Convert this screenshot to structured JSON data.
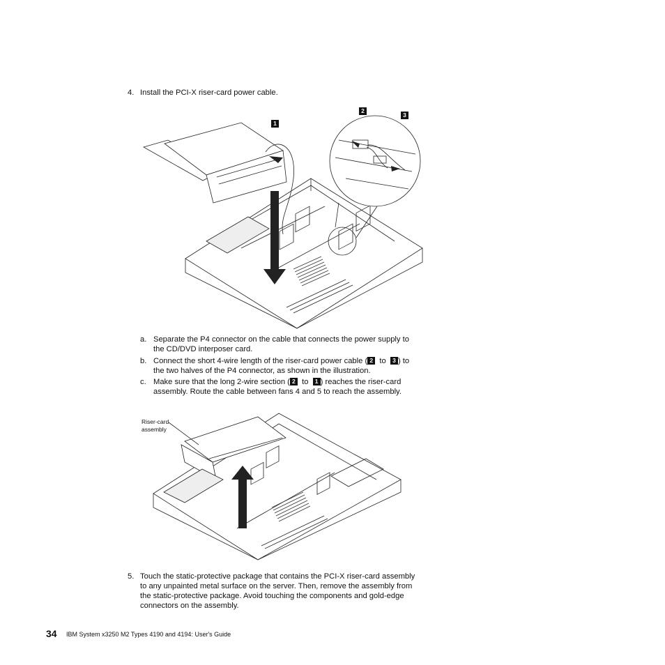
{
  "steps": {
    "step4": {
      "number": "4.",
      "text": "Install the PCI-X riser-card power cable."
    },
    "substeps": {
      "a": {
        "letter": "a.",
        "line1": "Separate the P4 connector on the cable that connects the power supply to",
        "line2": "the CD/DVD interposer card."
      },
      "b": {
        "letter": "b.",
        "line1_pre": "Connect the short 4-wire length of the riser-card power cable (",
        "callout_from": "2",
        "to_word": "to",
        "callout_to": "3",
        "line1_post": ") to",
        "line2": "the two halves of the P4 connector, as shown in the illustration."
      },
      "c": {
        "letter": "c.",
        "line1_pre": "Make sure that the long 2-wire section (",
        "callout_from": "2",
        "to_word": "to",
        "callout_to": "1",
        "line1_post": ") reaches the riser-card",
        "line2": "assembly. Route the cable between fans 4 and 5 to reach the assembly."
      }
    },
    "step5": {
      "number": "5.",
      "lines": [
        "Touch the static-protective package that contains the PCI-X riser-card assembly",
        "to any unpainted metal surface on the server. Then, remove the assembly from",
        "the static-protective package. Avoid touching the components and gold-edge",
        "connectors on the assembly."
      ]
    }
  },
  "figure1": {
    "callouts": [
      "1",
      "2",
      "3"
    ]
  },
  "figure2": {
    "label_line1": "Riser-card",
    "label_line2": "assembly"
  },
  "footer": {
    "page_number": "34",
    "title": "IBM System x3250 M2 Types 4190 and 4194:  User's Guide"
  }
}
